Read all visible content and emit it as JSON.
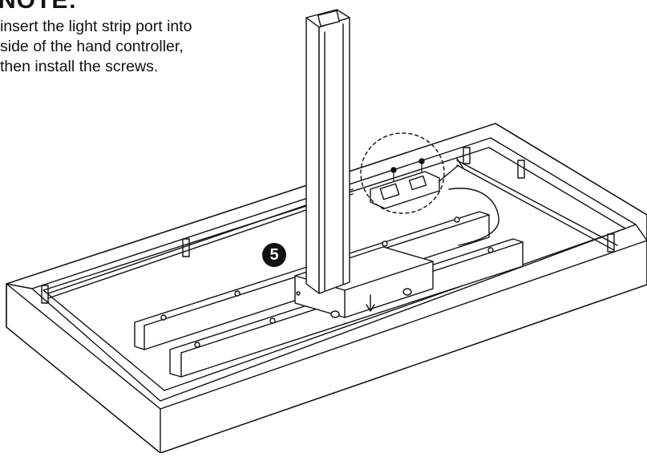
{
  "note": {
    "heading": "NOTE:",
    "lines": [
      "insert the light strip port into",
      "side of the hand controller,",
      "then install the screws."
    ]
  },
  "step": {
    "number": "5"
  },
  "icons": {
    "screw": "screw-icon",
    "arrow": "down-arrow-icon",
    "detail": "dashed-detail-circle"
  },
  "colors": {
    "line": "#111111",
    "background": "#ffffff",
    "badge": "#111111"
  }
}
